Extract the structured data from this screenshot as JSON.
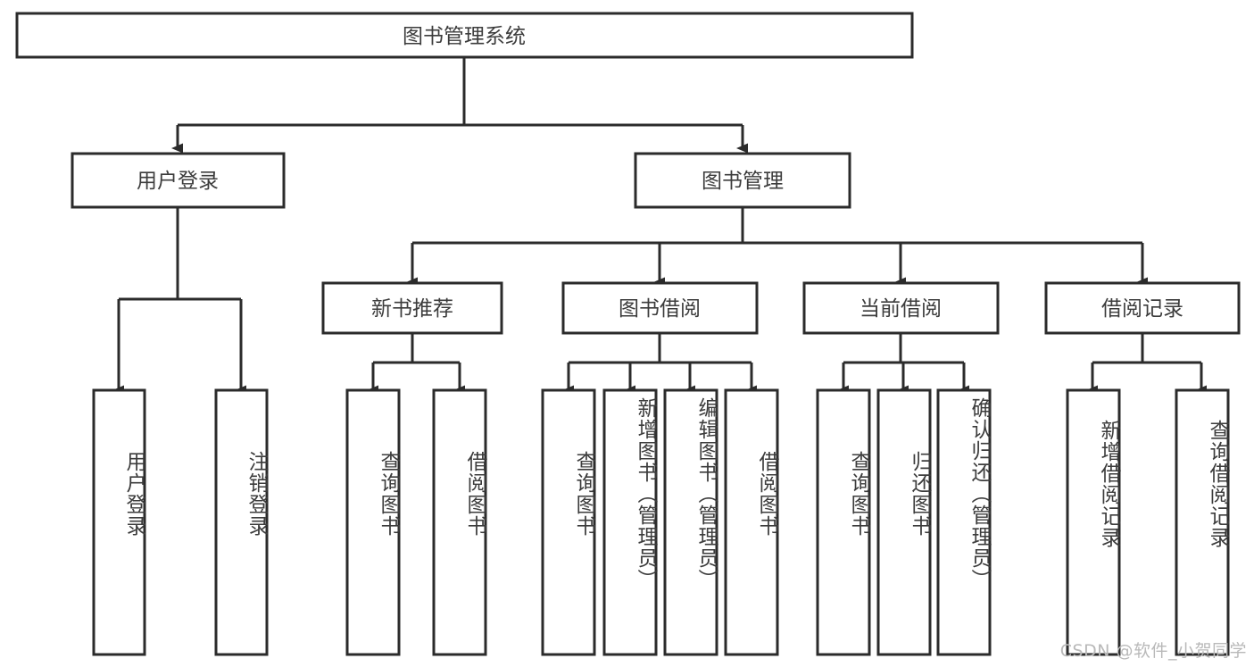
{
  "diagram": {
    "type": "hierarchy-tree",
    "title": "图书管理系统",
    "root": {
      "id": "root",
      "label": "图书管理系统"
    },
    "level1": [
      {
        "id": "user-login",
        "label": "用户登录"
      },
      {
        "id": "book-manage",
        "label": "图书管理"
      }
    ],
    "level2": [
      {
        "id": "new-book-recommend",
        "label": "新书推荐",
        "parent": "book-manage"
      },
      {
        "id": "book-borrow",
        "label": "图书借阅",
        "parent": "book-manage"
      },
      {
        "id": "current-borrow",
        "label": "当前借阅",
        "parent": "book-manage"
      },
      {
        "id": "borrow-record",
        "label": "借阅记录",
        "parent": "book-manage"
      }
    ],
    "leaves": [
      {
        "id": "leaf-user-login",
        "label": "用户登录",
        "parent": "user-login"
      },
      {
        "id": "leaf-user-logout",
        "label": "注销登录",
        "parent": "user-login"
      },
      {
        "id": "leaf-query-book-1",
        "label": "查询图书",
        "parent": "new-book-recommend"
      },
      {
        "id": "leaf-borrow-book-1",
        "label": "借阅图书",
        "parent": "new-book-recommend"
      },
      {
        "id": "leaf-query-book-2",
        "label": "查询图书",
        "parent": "book-borrow"
      },
      {
        "id": "leaf-add-book",
        "label": "新增图书（管理员）",
        "parent": "book-borrow"
      },
      {
        "id": "leaf-edit-book",
        "label": "编辑图书（管理员）",
        "parent": "book-borrow"
      },
      {
        "id": "leaf-borrow-book-2",
        "label": "借阅图书",
        "parent": "book-borrow"
      },
      {
        "id": "leaf-query-book-3",
        "label": "查询图书",
        "parent": "current-borrow"
      },
      {
        "id": "leaf-return-book",
        "label": "归还图书",
        "parent": "current-borrow"
      },
      {
        "id": "leaf-confirm-return",
        "label": "确认归还（管理员）",
        "parent": "current-borrow"
      },
      {
        "id": "leaf-add-record",
        "label": "新增借阅记录",
        "parent": "borrow-record"
      },
      {
        "id": "leaf-query-record",
        "label": "查询借阅记录",
        "parent": "borrow-record"
      }
    ],
    "colors": {
      "stroke": "#2b2b2b",
      "box_fill": "#ffffff",
      "text": "#3c3c3c",
      "background": "#ffffff",
      "watermark": "#b9b9b9"
    }
  },
  "watermark": {
    "text": "CSDN @软件_小贺同学"
  }
}
